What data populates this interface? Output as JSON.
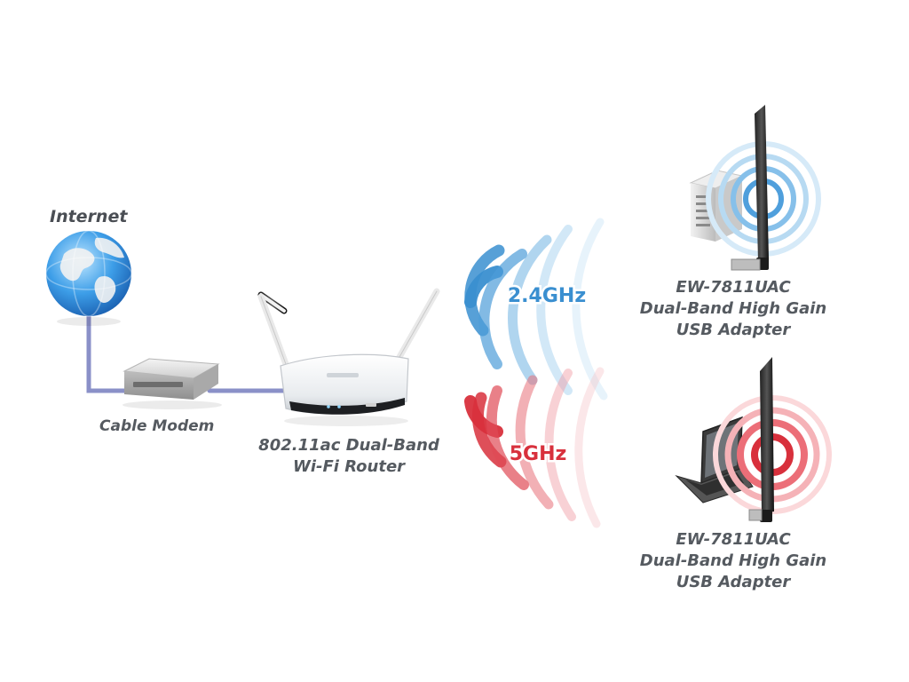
{
  "labels": {
    "internet": "Internet",
    "cable_modem": "Cable Modem",
    "router_line1": "802.11ac Dual-Band",
    "router_line2": "Wi-Fi Router",
    "adapter1_line1": "EW-7811UAC",
    "adapter1_line2": "Dual-Band High Gain",
    "adapter1_line3": "USB Adapter",
    "adapter2_line1": "EW-7811UAC",
    "adapter2_line2": "Dual-Band High Gain",
    "adapter2_line3": "USB Adapter"
  },
  "bands": {
    "band_24": "2.4GHz",
    "band_5": "5GHz"
  },
  "colors": {
    "band_24": "#3a8fd0",
    "band_5": "#d8303c",
    "cable": "#8a90c8",
    "label_text": "#555a60"
  }
}
